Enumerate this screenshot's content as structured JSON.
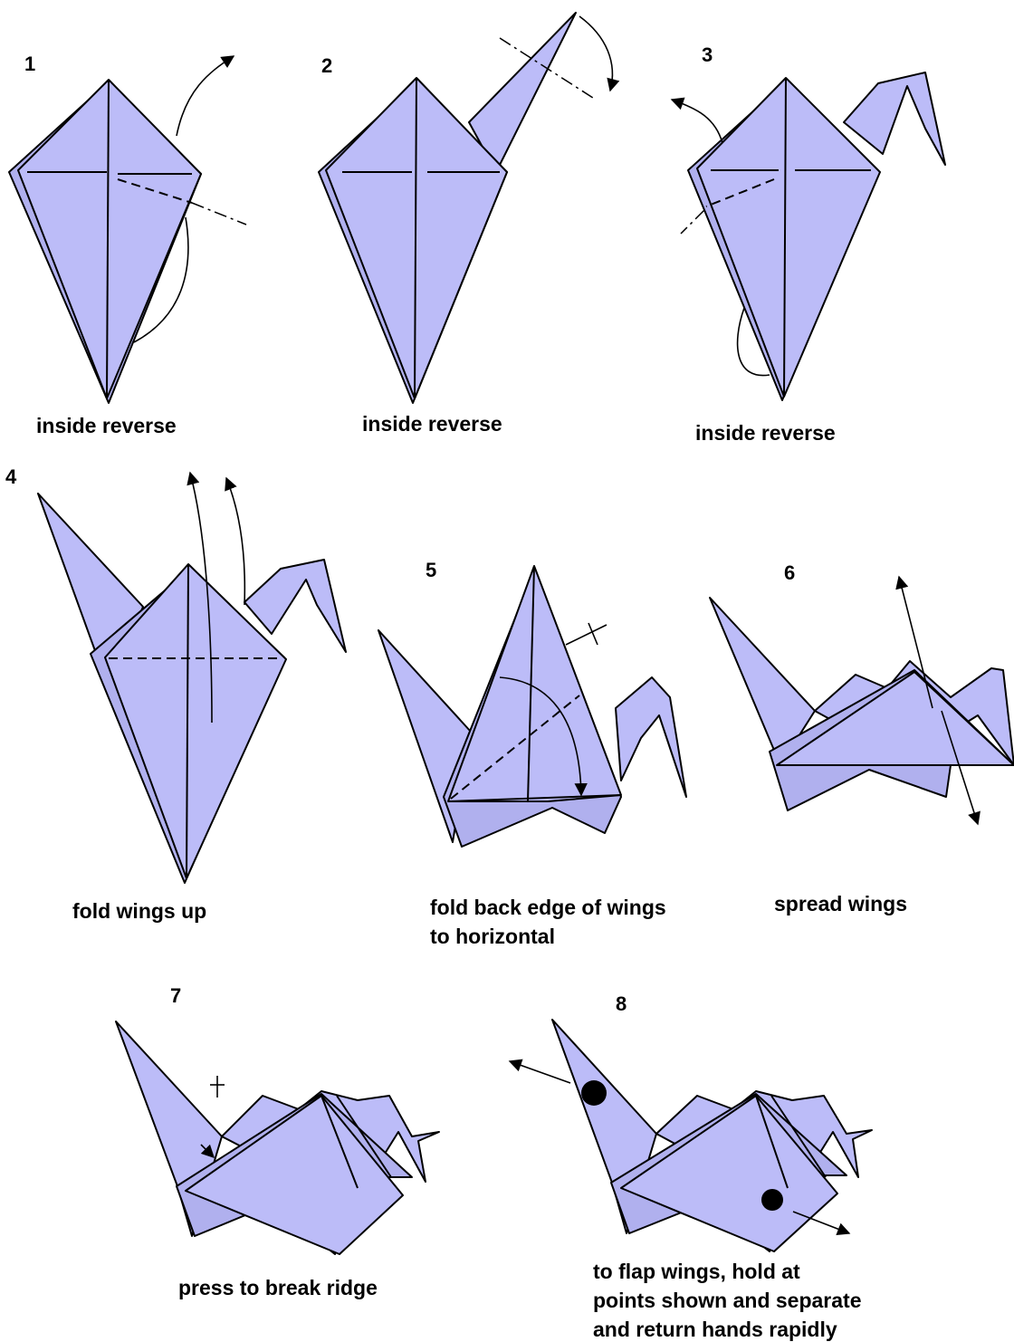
{
  "steps": [
    {
      "number": "1",
      "caption": "inside reverse"
    },
    {
      "number": "2",
      "caption": "inside reverse"
    },
    {
      "number": "3",
      "caption": "inside reverse"
    },
    {
      "number": "4",
      "caption": "fold wings up"
    },
    {
      "number": "5",
      "caption_line1": "fold back edge of wings",
      "caption_line2": "to horizontal"
    },
    {
      "number": "6",
      "caption": "spread wings"
    },
    {
      "number": "7",
      "caption": "press to break ridge"
    },
    {
      "number": "8",
      "caption_line1": "to flap wings, hold at",
      "caption_line2": "points shown and separate",
      "caption_line3": "and return hands rapidly"
    }
  ],
  "colors": {
    "paper": "#bcbcf8",
    "line": "#000000",
    "background": "#ffffff"
  }
}
